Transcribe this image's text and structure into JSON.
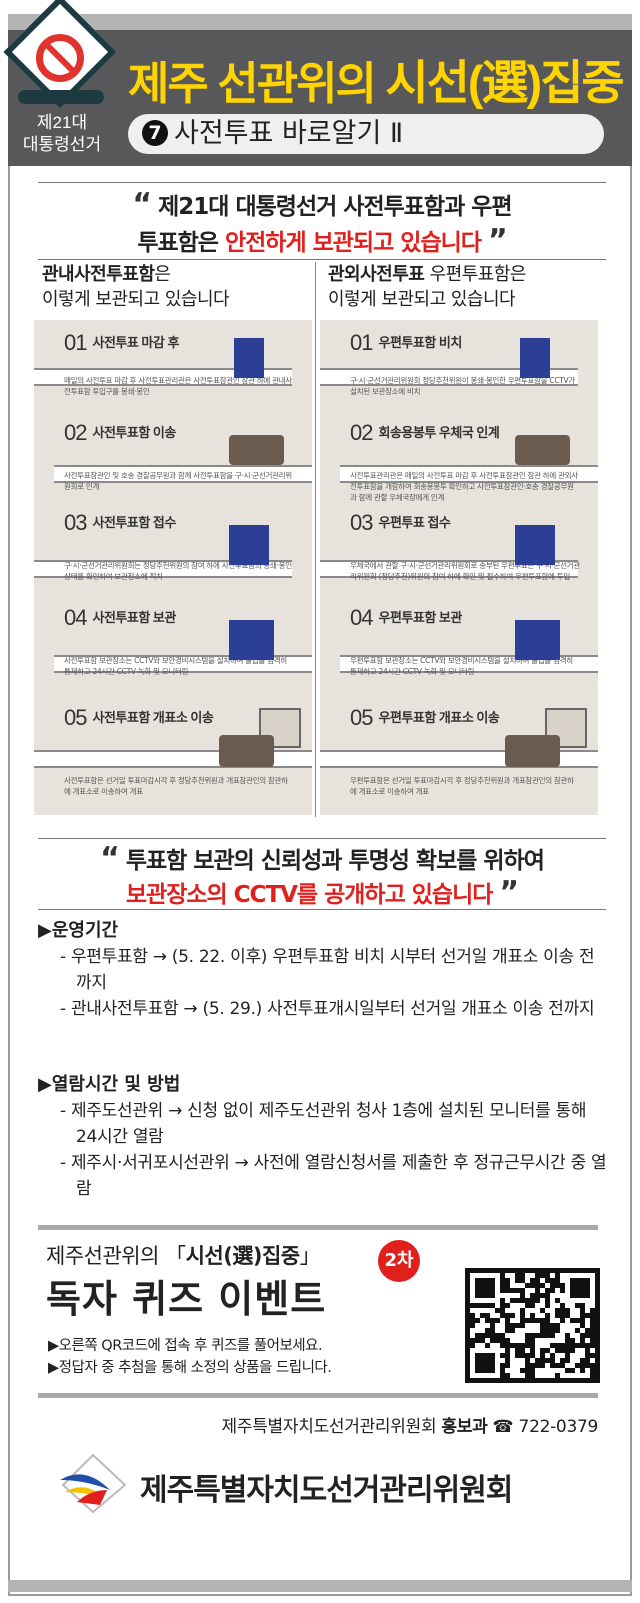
{
  "header": {
    "title_regular": "제주 선관위의 ",
    "title_bold": "시선(選)집중",
    "election_line1": "제21대",
    "election_line2": "대통령선거",
    "series_number": "7",
    "subtitle": "사전투표 바로알기 Ⅱ"
  },
  "quote1": {
    "open": "“",
    "line1": "제21대 대통령선거 사전투표함과 우편",
    "line2_black": "투표함은 ",
    "line2_red": "안전하게 보관되고 있습니다",
    "close": "”"
  },
  "left_column": {
    "heading_bold": "관내사전투표함",
    "heading_rest": "은",
    "heading_line2": "이렇게 보관되고 있습니다",
    "steps": [
      {
        "no": "01",
        "title": "사전투표 마감 후",
        "desc": "매일의 사전투표 마감 후 사전투표관리관은 사전투표참관인 참관 하에 관내사전투표함 투입구를 봉쇄·봉인"
      },
      {
        "no": "02",
        "title": "사전투표함 이송",
        "desc": "사전투표참관인 및 호송 경찰공무원과 함께 사전투표함을 구·시·군선거관리위원회로 인계"
      },
      {
        "no": "03",
        "title": "사전투표함 접수",
        "desc": "구·시·군선거관리위원회는 정당추천위원의 참여 하에 사전투표함의 봉쇄·봉인 상태를 확인하여 보관장소에 적치"
      },
      {
        "no": "04",
        "title": "사전투표함 보관",
        "desc": "사전투표함 보관장소는 CCTV와 보안경비시스템을 설치하여 출입을 엄격히 통제하고 24시간 CCTV 녹화 및 모니터링"
      },
      {
        "no": "05",
        "title": "사전투표함 개표소 이송",
        "desc": "사전투표함은 선거일 투표마감시각 후 정당추천위원과 개표참관인의 참관하에 개표소로 이송하여 개표"
      }
    ]
  },
  "right_column": {
    "heading_bold": "관외사전투표",
    "heading_rest": " 우편투표함은",
    "heading_line2": "이렇게 보관되고 있습니다",
    "steps": [
      {
        "no": "01",
        "title": "우편투표함 비치",
        "desc": "구·시·군선거관리위원회 정당추천위원이 봉쇄·봉인한 우편투표함을 CCTV가 설치된 보관장소에 비치"
      },
      {
        "no": "02",
        "title": "회송용봉투 우체국 인계",
        "desc": "사전투표관리관은 매일의 사전투표 마감 후 사전투표참관인 참관 하에 관외사전투표함을 개함하여 회송용봉투 확인하고 사전투표참관인·호송 경찰공무원과 함께 관할 우체국장에게 인계"
      },
      {
        "no": "03",
        "title": "우편투표 접수",
        "desc": "우체국에서 관할 구·시·군선거관리위원회로 송부된 우편투표는 구·시·군선거관리위원회 (정당추천)위원의 참여 하에 확인 및 접수하여 우편투표함에 투입"
      },
      {
        "no": "04",
        "title": "우편투표함 보관",
        "desc": "우편투표함 보관장소는 CCTV와 보안경비시스템을 설치하여 출입을 엄격히 통제하고 24시간 CCTV 녹화 및 모니터링"
      },
      {
        "no": "05",
        "title": "우편투표함 개표소 이송",
        "desc": "우편투표함은 선거일 투표마감시각 후 정당추천위원과 개표참관인의 참관하에 개표소로 이송하여 개표"
      }
    ]
  },
  "quote2": {
    "open": "“",
    "line1": "투표함 보관의 신뢰성과 투명성 확보를 위하여",
    "line2": "보관장소의 CCTV를 공개하고 있습니다",
    "close": "”"
  },
  "period": {
    "heading": "▶운영기간",
    "items": [
      "우편투표함 → (5. 22. 이후) 우편투표함 비치 시부터 선거일 개표소 이송 전까지",
      "관내사전투표함 → (5. 29.) 사전투표개시일부터 선거일 개표소 이송 전까지"
    ]
  },
  "viewing": {
    "heading": "▶열람시간 및 방법",
    "items": [
      "제주도선관위 → 신청 없이 제주도선관위 청사 1층에 설치된 모니터를 통해 24시간 열람",
      "제주시·서귀포시선관위 → 사전에 열람신청서를 제출한 후 정규근무시간 중 열람"
    ]
  },
  "quiz": {
    "line1_prefix": "제주선관위의 「",
    "line1_bold": "시선(選)집중",
    "line1_suffix": "」",
    "title": "독자 퀴즈 이벤트",
    "badge": "2차",
    "bullet1": "▶오른쪽 QR코드에 접속 후 퀴즈를 풀어보세요.",
    "bullet2": "▶정답자 중 추첨을 통해 소정의 상품을 드립니다."
  },
  "contact": {
    "org": "제주특별자치도선거관리위원회 ",
    "dept": "홍보과",
    "phone_icon": "☎",
    "phone": "722-0379"
  },
  "footer": {
    "org_name": "제주특별자치도선거관리위원회"
  },
  "colors": {
    "yellow": "#ffd400",
    "red": "#e0201c",
    "dark": "#58585a"
  }
}
